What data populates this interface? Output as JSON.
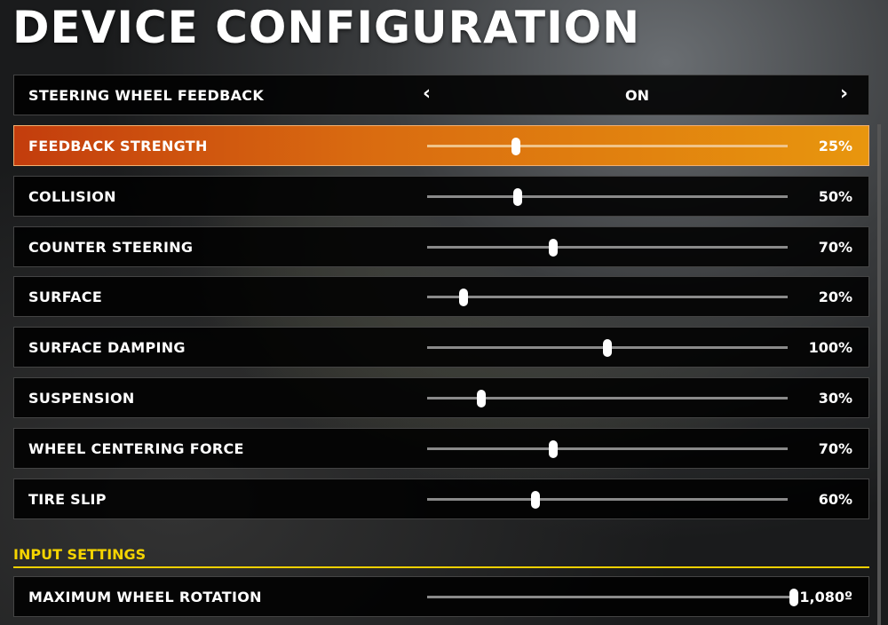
{
  "title": "DEVICE CONFIGURATION",
  "toggle": {
    "label": "STEERING WHEEL FEEDBACK",
    "value": "ON"
  },
  "sliders": [
    {
      "label": "FEEDBACK STRENGTH",
      "value": "25%",
      "position": 0.246,
      "selected": true
    },
    {
      "label": "COLLISION",
      "value": "50%",
      "position": 0.25
    },
    {
      "label": "COUNTER STEERING",
      "value": "70%",
      "position": 0.35
    },
    {
      "label": "SURFACE",
      "value": "20%",
      "position": 0.1
    },
    {
      "label": "SURFACE DAMPING",
      "value": "100%",
      "position": 0.5
    },
    {
      "label": "SUSPENSION",
      "value": "30%",
      "position": 0.15
    },
    {
      "label": "WHEEL CENTERING FORCE",
      "value": "70%",
      "position": 0.35
    },
    {
      "label": "TIRE SLIP",
      "value": "60%",
      "position": 0.3
    }
  ],
  "section": "INPUT SETTINGS",
  "rotation": {
    "label": "MAXIMUM WHEEL ROTATION",
    "value": "1,080º",
    "position": 1.0
  },
  "colors": {
    "accent": "#f5d400",
    "selected": "#d96a10"
  }
}
